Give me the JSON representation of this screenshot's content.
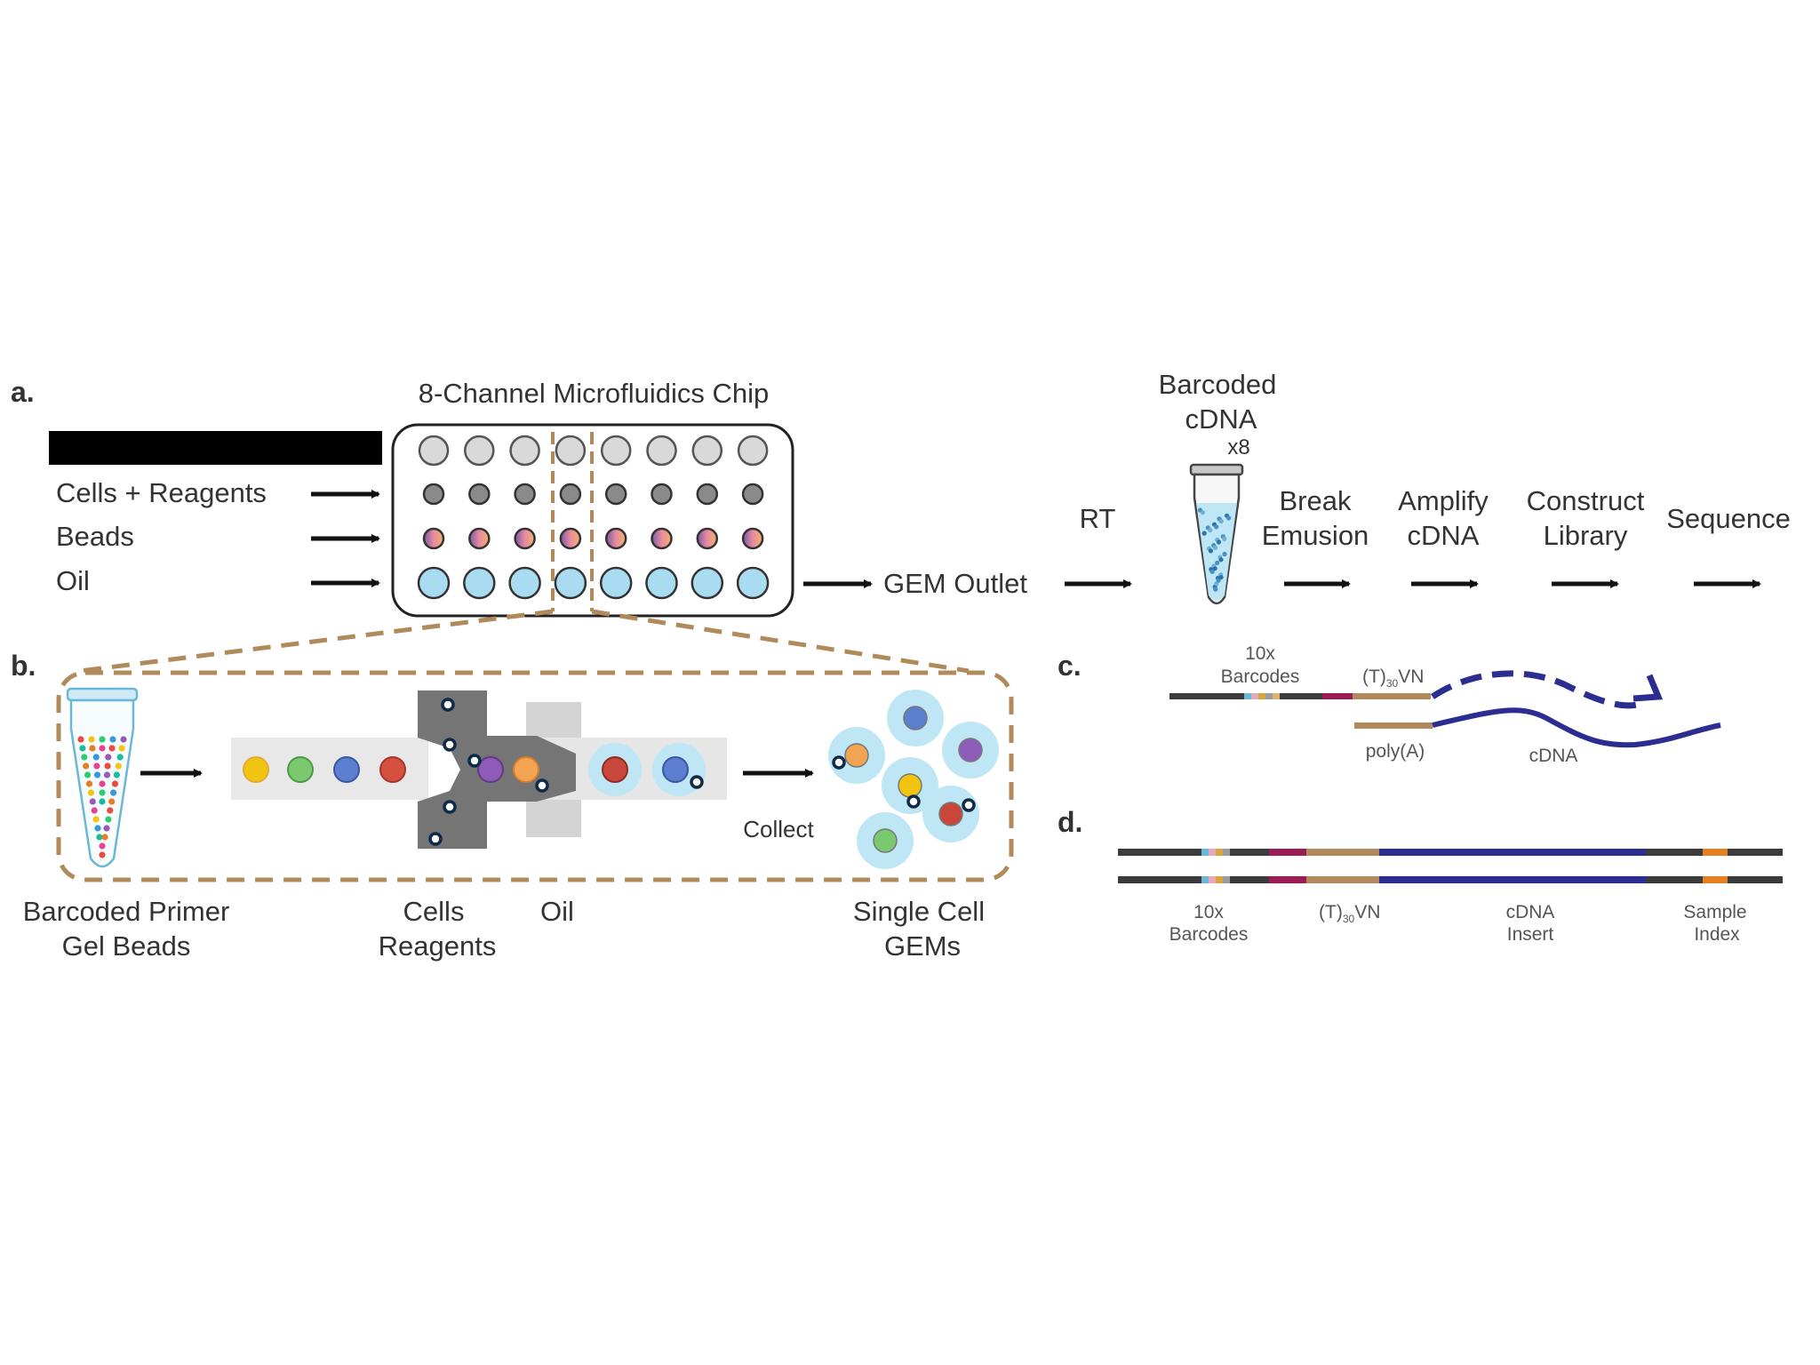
{
  "colors": {
    "tan": "#b08a5a",
    "navy": "#2c2d91",
    "well_gray": "#d9d9d9",
    "well_dark": "#8a8a8a",
    "oil_blue": "#a9dcf0",
    "channel_gray": "#777777",
    "chamber_gray": "#e6e6e6"
  },
  "panels": {
    "a": "a.",
    "b": "b.",
    "c": "c.",
    "d": "d."
  },
  "panel_a": {
    "chip_title": "8-Channel Microfluidics Chip",
    "inputs": [
      "Cells + Reagents",
      "Beads",
      "Oil"
    ],
    "gem_outlet": "GEM Outlet",
    "rt": "RT",
    "tube_label_1": "Barcoded",
    "tube_label_2": "cDNA",
    "tube_multiplier": "x8",
    "steps": [
      {
        "line1": "Break",
        "line2": "Emusion"
      },
      {
        "line1": "Amplify",
        "line2": "cDNA"
      },
      {
        "line1": "Construct",
        "line2": "Library"
      },
      {
        "line1": "Sequence",
        "line2": ""
      }
    ]
  },
  "panel_b": {
    "collect": "Collect",
    "label_beads_1": "Barcoded Primer",
    "label_beads_2": "Gel Beads",
    "label_cells_1": "Cells",
    "label_cells_2": "Reagents",
    "label_oil": "Oil",
    "label_gems_1": "Single Cell",
    "label_gems_2": "GEMs"
  },
  "panel_c": {
    "barcodes_1": "10x",
    "barcodes_2": "Barcodes",
    "tvn_main": "(T)",
    "tvn_sub": "30",
    "tvn_tail": "VN",
    "polya": "poly(A)",
    "cdna": "cDNA"
  },
  "panel_d": {
    "barcodes_1": "10x",
    "barcodes_2": "Barcodes",
    "tvn_main": "(T)",
    "tvn_sub": "30",
    "tvn_tail": "VN",
    "insert_1": "cDNA",
    "insert_2": "Insert",
    "index_1": "Sample",
    "index_2": "Index"
  }
}
